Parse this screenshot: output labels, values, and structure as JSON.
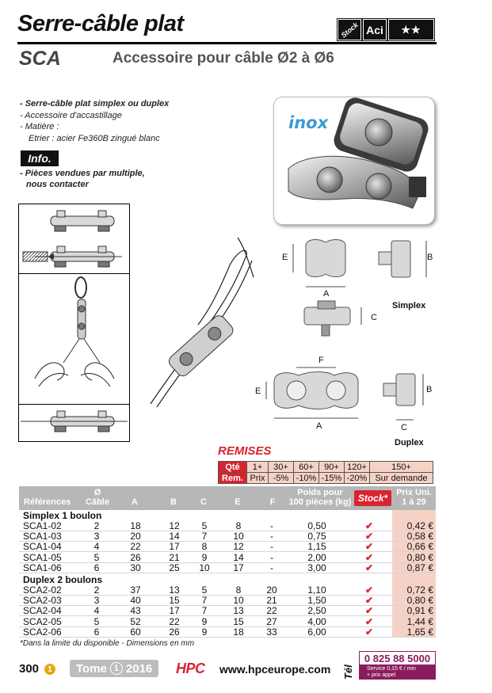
{
  "header": {
    "title": "Serre-câble plat",
    "code": "SCA",
    "subtitle": "Accessoire pour câble Ø2 à Ø6",
    "badges": {
      "stock": "Stock",
      "material": "Aci",
      "stars": "★★"
    }
  },
  "description": {
    "line1": "- Serre-câble plat simplex ou duplex",
    "line2": "- Accessoire d'accastillage",
    "line3": "- Matière :",
    "line4": "Etrier : acier Fe360B zingué blanc"
  },
  "info": {
    "label": "Info.",
    "line1": "- Pièces vendues par multiple,",
    "line2": "nous contacter"
  },
  "photo": {
    "label": "inox"
  },
  "diagram": {
    "A": "A",
    "B": "B",
    "C": "C",
    "E": "E",
    "F": "F",
    "simplex": "Simplex",
    "duplex": "Duplex"
  },
  "remises": {
    "title": "REMISES",
    "qty_label": "Qté",
    "rem_label": "Rem.",
    "quantities": [
      "1+",
      "30+",
      "60+",
      "90+",
      "120+",
      "150+"
    ],
    "discounts": [
      "Prix",
      "-5%",
      "-10%",
      "-15%",
      "-20%",
      "Sur demande"
    ]
  },
  "table": {
    "headers": {
      "ref": "Références",
      "dia_sym": "Ø",
      "dia": "Câble",
      "a": "A",
      "b": "B",
      "c": "C",
      "e": "E",
      "f": "F",
      "weight1": "Poids pour",
      "weight2": "100 pièces (kg)",
      "stock": "Stock*",
      "price1": "Prix Uni.",
      "price2": "1 à 29"
    },
    "groups": [
      {
        "name": "Simplex 1 boulon",
        "rows": [
          [
            "SCA1-02",
            "2",
            "18",
            "12",
            "5",
            "8",
            "-",
            "0,50",
            "✔",
            "0,42 €"
          ],
          [
            "SCA1-03",
            "3",
            "20",
            "14",
            "7",
            "10",
            "-",
            "0,75",
            "✔",
            "0,58 €"
          ],
          [
            "SCA1-04",
            "4",
            "22",
            "17",
            "8",
            "12",
            "-",
            "1,15",
            "✔",
            "0,66 €"
          ],
          [
            "SCA1-05",
            "5",
            "26",
            "21",
            "9",
            "14",
            "-",
            "2,00",
            "✔",
            "0,80 €"
          ],
          [
            "SCA1-06",
            "6",
            "30",
            "25",
            "10",
            "17",
            "-",
            "3,00",
            "✔",
            "0,87 €"
          ]
        ]
      },
      {
        "name": "Duplex 2 boulons",
        "rows": [
          [
            "SCA2-02",
            "2",
            "37",
            "13",
            "5",
            "8",
            "20",
            "1,10",
            "✔",
            "0,72 €"
          ],
          [
            "SCA2-03",
            "3",
            "40",
            "15",
            "7",
            "10",
            "21",
            "1,50",
            "✔",
            "0,80 €"
          ],
          [
            "SCA2-04",
            "4",
            "43",
            "17",
            "7",
            "13",
            "22",
            "2,50",
            "✔",
            "0,91 €"
          ],
          [
            "SCA2-05",
            "5",
            "52",
            "22",
            "9",
            "15",
            "27",
            "4,00",
            "✔",
            "1,44 €"
          ],
          [
            "SCA2-06",
            "6",
            "60",
            "26",
            "9",
            "18",
            "33",
            "6,00",
            "✔",
            "1,65 €"
          ]
        ]
      }
    ],
    "footnote": "*Dans la limite du disponible - Dimensions en mm"
  },
  "footer": {
    "page": "300",
    "volume_marker": "1",
    "tome_word": "Tome",
    "tome_num": "1",
    "year": "2016",
    "brand": "HPC",
    "website": "www.hpceurope.com",
    "tel_label": "Tél",
    "phone": "0 825 88 5000",
    "service1": "Service 0,15 € / min",
    "service2": "+ prix appel"
  },
  "colors": {
    "accent_red": "#d8242f",
    "pink_bg": "#f6d2c6",
    "header_grey": "#b7b7b7",
    "service_purple": "#8a1c5d"
  }
}
